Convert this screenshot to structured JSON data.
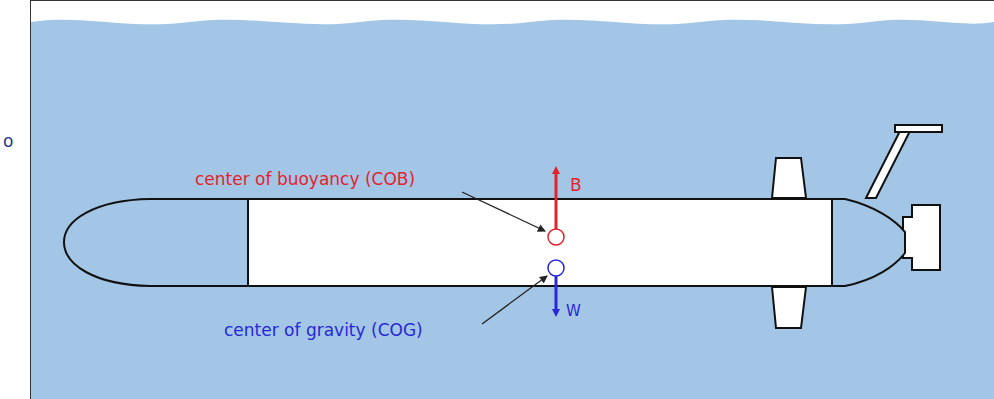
{
  "diagram": {
    "labels": [
      "o",
      "center of buoyancy (COB)",
      "B",
      "center of gravity (COG)",
      "W"
    ]
  }
}
